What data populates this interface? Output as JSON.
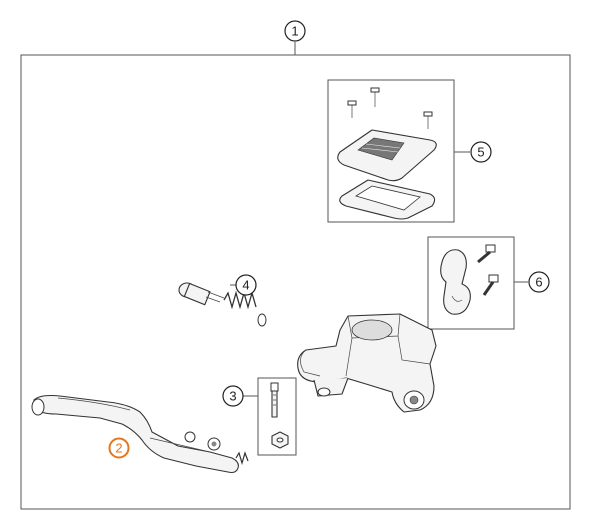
{
  "diagram": {
    "callouts": [
      {
        "id": "1",
        "label": "1",
        "color": "#222222"
      },
      {
        "id": "2",
        "label": "2",
        "color": "#e8751a"
      },
      {
        "id": "3",
        "label": "3",
        "color": "#222222"
      },
      {
        "id": "4",
        "label": "4",
        "color": "#222222"
      },
      {
        "id": "5",
        "label": "5",
        "color": "#222222"
      },
      {
        "id": "6",
        "label": "6",
        "color": "#222222"
      }
    ],
    "highlighted_callout": "2"
  }
}
